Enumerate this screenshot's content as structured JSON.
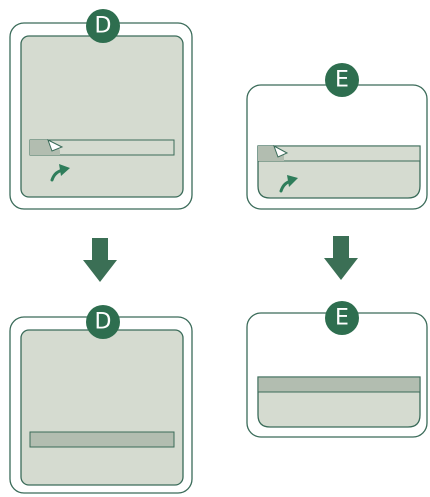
{
  "colors": {
    "outline": "#3a6b59",
    "panel_fill": "#d5dbd0",
    "strip_fill": "#b2bdb0",
    "badge_fill": "#2e6e4f",
    "arrow_fill": "#3b6f55",
    "badge_text": "#ffffff"
  },
  "panels": [
    {
      "id": "d-before",
      "badge": "D",
      "step": "before",
      "peel_tab": true,
      "curved_arrow": true
    },
    {
      "id": "e-before",
      "badge": "E",
      "step": "before",
      "peel_tab": true,
      "curved_arrow": true
    },
    {
      "id": "d-after",
      "badge": "D",
      "step": "after",
      "peel_tab": false,
      "curved_arrow": false
    },
    {
      "id": "e-after",
      "badge": "E",
      "step": "after",
      "peel_tab": false,
      "curved_arrow": false
    }
  ],
  "icons": {
    "down_arrow": "down-arrow-icon",
    "curved_arrow": "curved-arrow-icon",
    "peel_tab": "peel-tab-icon"
  }
}
